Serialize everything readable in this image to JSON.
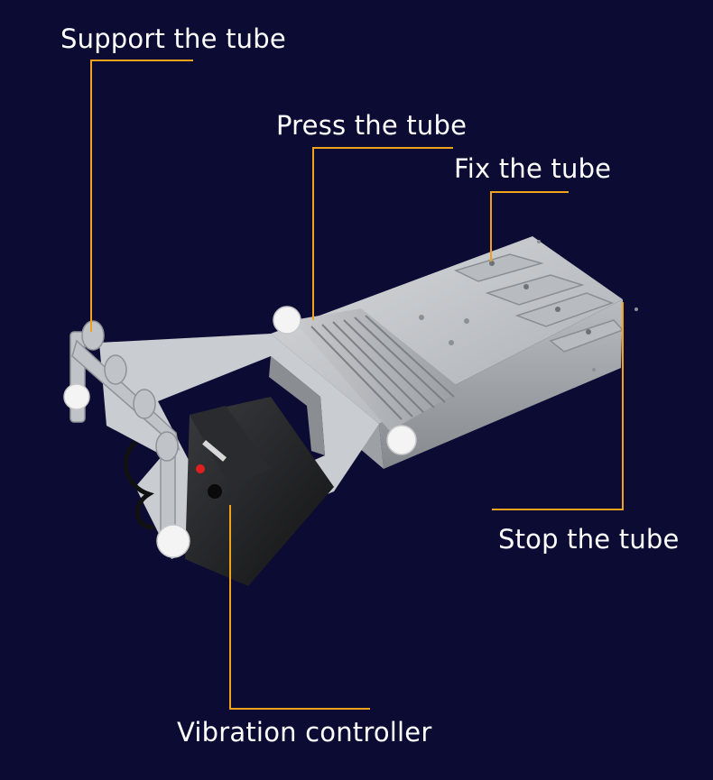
{
  "labels": {
    "support": "Support the tube",
    "press": "Press the tube",
    "fix": "Fix the tube",
    "stop": "Stop the tube",
    "vibration": "Vibration controller"
  },
  "colors": {
    "background": "#0c0b33",
    "leader_line": "#f0a21c",
    "label_text": "#ffffff"
  }
}
